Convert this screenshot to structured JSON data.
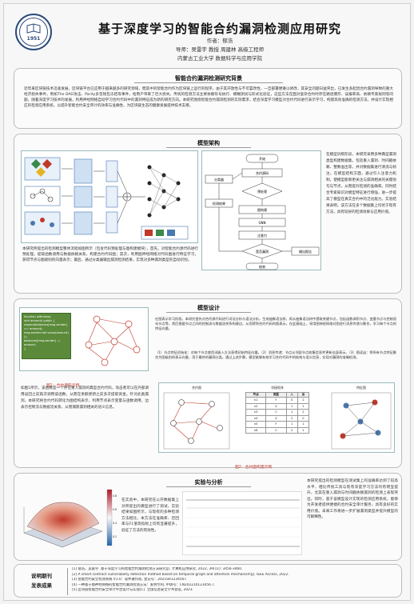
{
  "header": {
    "logo_year": "1951",
    "title": "基于深度学习的智能合约漏洞检测应用研究",
    "author": "作者：郁浩",
    "advisor": "导师：吴雷宇 教授  周建林 高级工程师",
    "school": "内蒙古工业大学  数据科学与应用学院"
  },
  "sections": {
    "background": {
      "title": "智能合约漏洞检测研究背景",
      "text": "近年来区块链技术迅速发展，区块链平台已应用于越来越多的研究领域，而其中的智能合约作为区块链上运行的程序，由于其开放性与不可篡改性，一旦部署便难以修改，其安全问题日益突出，已发生多起因合约漏洞导致的重大经济损失事件，例如The DAO攻击、Parity多签钱包冻结等事件，给用户带来了巨大损失。传统的检测方法主要依赖符号执行、模糊测试与形式化验证，这些方法在面对复杂合约时存在路径爆炸、误报率高、依赖专家规则等问题。随着深度学习技术的发展，利用神经网络自动学习合约代码中的漏洞特征成为新的研究方向。本研究围绕智能合约漏洞检测的实际需求，结合深度学习模型对合约代码进行表示学习，构建高效准确的检测方法，并设计实现相应的检测应用系统，以提升智能合约安全审计的效率与准确性，为区块链生态的健康发展提供技术支撑。"
    },
    "model_arch": {
      "title": "模型架构",
      "caption": "本研究所提出的检测模型整体流程如图所示（包含代码预处理与图构建模块），首先，对智能合约源代码进行预处理，提取函数调用与数据依赖关系，构建合约代码图；其次，利用图神经网络对代码图进行特征学习，获得节点与图级别的向量表示；最后，通过分类器输出漏洞检测结果，实现对多种漏洞类型的自动识别。",
      "side_text": "在模型训练阶段，本研究采用多种典型漏洞类型构建数据集，包括重入漏洞、时间戳依赖、整数溢出等，并对数据集进行清洗与标注。在模型结构方面，通过引入注意力机制，使模型能够更关注与漏洞相关的关键语句与节点，从而提升检测的准确率。同时结合专家知识对模型特征进行增强，进一步提高了模型在真实合约中的泛化能力。实验结果表明，该方法在多个数据集上均优于现有方法，具有较好的检测效果与应用价值。",
      "flow_labels": [
        "开始",
        "合约源码",
        "预处理",
        "图构建",
        "GNN",
        "注意力",
        "分类器",
        "检测结果",
        "结束",
        "是否漏洞",
        "输出报告"
      ]
    },
    "model_design": {
      "title": "模型设计",
      "code_lines": [
        "function withdraw(",
        "  uint amount) public {",
        "  require(balances[msg.sender]",
        "    >= amount);",
        "  msg.sender.call.value(amount)();",
        "  balances[msg.sender] -= amount;",
        "}"
      ],
      "fig1_caption": "图1：合约源码示例",
      "left_text": "如图1所示，该函数是一个存在重入漏洞的典型合约代码，攻击者可以在外部调用返回之前再次调用该函数，从而在余额更新之前多次提取资金。针对此类漏洞，本研究将合约代码转化为图结构表示，利用节点表示变量与函数调用，边表示控制流与数据流关系，从而捕获漏洞相关的语义信息。",
      "right_text1": "在图表示学习阶段，本研究首先对合约源代码进行词法分析与语法分析，生成抽象语法树，再从抽象语法树中提取关键节点，包括函数调用节点、变量节点与控制语句节点等，然后根据节点之间的控制流与数据流关系构建边，从而得到合约代码的图表示。在此基础上，采用图神经网络对图进行消息传递与聚合，学习每个节点的特征向量。",
      "right_text2": "（1）节点特征初始化：对每个节点使用词嵌入方法获得初始特征向量。（2）消息传递：节点从邻居节点收集信息并更新自身表示。（3）图读出：将所有节点特征聚合为图级别的表示向量，用于最终的漏洞分类。通过上述步骤，模型能够有效学习合约代码中的结构与语义信息，实现对漏洞的准确检测。",
      "fig2_caption": "图2：合约图构建示例",
      "table_headers": [
        "节点",
        "类型",
        "入",
        "出"
      ],
      "table_rows": [
        [
          "n1",
          "F",
          "0",
          "2"
        ],
        [
          "n2",
          "V",
          "1",
          "1"
        ],
        [
          "n3",
          "C",
          "1",
          "2"
        ],
        [
          "n4",
          "V",
          "2",
          "0"
        ],
        [
          "n5",
          "F",
          "1",
          "1"
        ],
        [
          "n6",
          "C",
          "2",
          "1"
        ]
      ],
      "sub_labels": [
        "合约图",
        "邻接矩阵",
        "特征图"
      ]
    },
    "results": {
      "title": "实验与分析",
      "mid_text": "在实验中，本研究在公开数据集上对所提出的模型进行了测试，实验结果如图所示，与现有的多种检测方法相比，本方法在准确率、召回率与F1值等指标上均有显著提升，验证了方法的有效性。",
      "right_text": "本研究提出的检测模型在测试集上的准确率达到了较高水平，相比传统工具与现有深度学习方法均有明显提升，尤其在重入漏洞与时间戳依赖漏洞的检测上表现突出。同时，基于该模型设计实现的检测应用系统，能够为开发者提供便捷的合约安全审计服务，具有良好的实用价值。未来工作将进一步扩展漏洞类型并提升模型的可解释性。"
    },
    "references": {
      "title_line1": "说明期刊",
      "title_line2": "发表成果",
      "items": [
        "[1] 郁浩，吴雷宇. 基于深度学习的智能合约漏洞检测方法研究[J]. 计算机应用研究, 2022, 39(11): 3456-3460.",
        "[2] A smart contract vulnerability detection method based on temporal graph and attention mechanism[J]. IEEE Access, 2022.",
        "[3] 智能合约安全检测系统 V1.0：软件著作权, 登记号：2021SR1234567.",
        "[4] 一种基于图神经网络的智能合约漏洞检测方法：发明专利, 申请号：CN202210123456.7.",
        "[5] 区块链智能合约安全审计平台设计与实现[C]. 全国信息安全学术会议, 2023."
      ]
    }
  },
  "chart_data": {
    "type": "heatmap",
    "title": "",
    "xlabel": "",
    "ylabel": "",
    "colorbar_ticks": [
      "0.8",
      "0.6",
      "0.4",
      "0.2",
      "0.0"
    ]
  }
}
